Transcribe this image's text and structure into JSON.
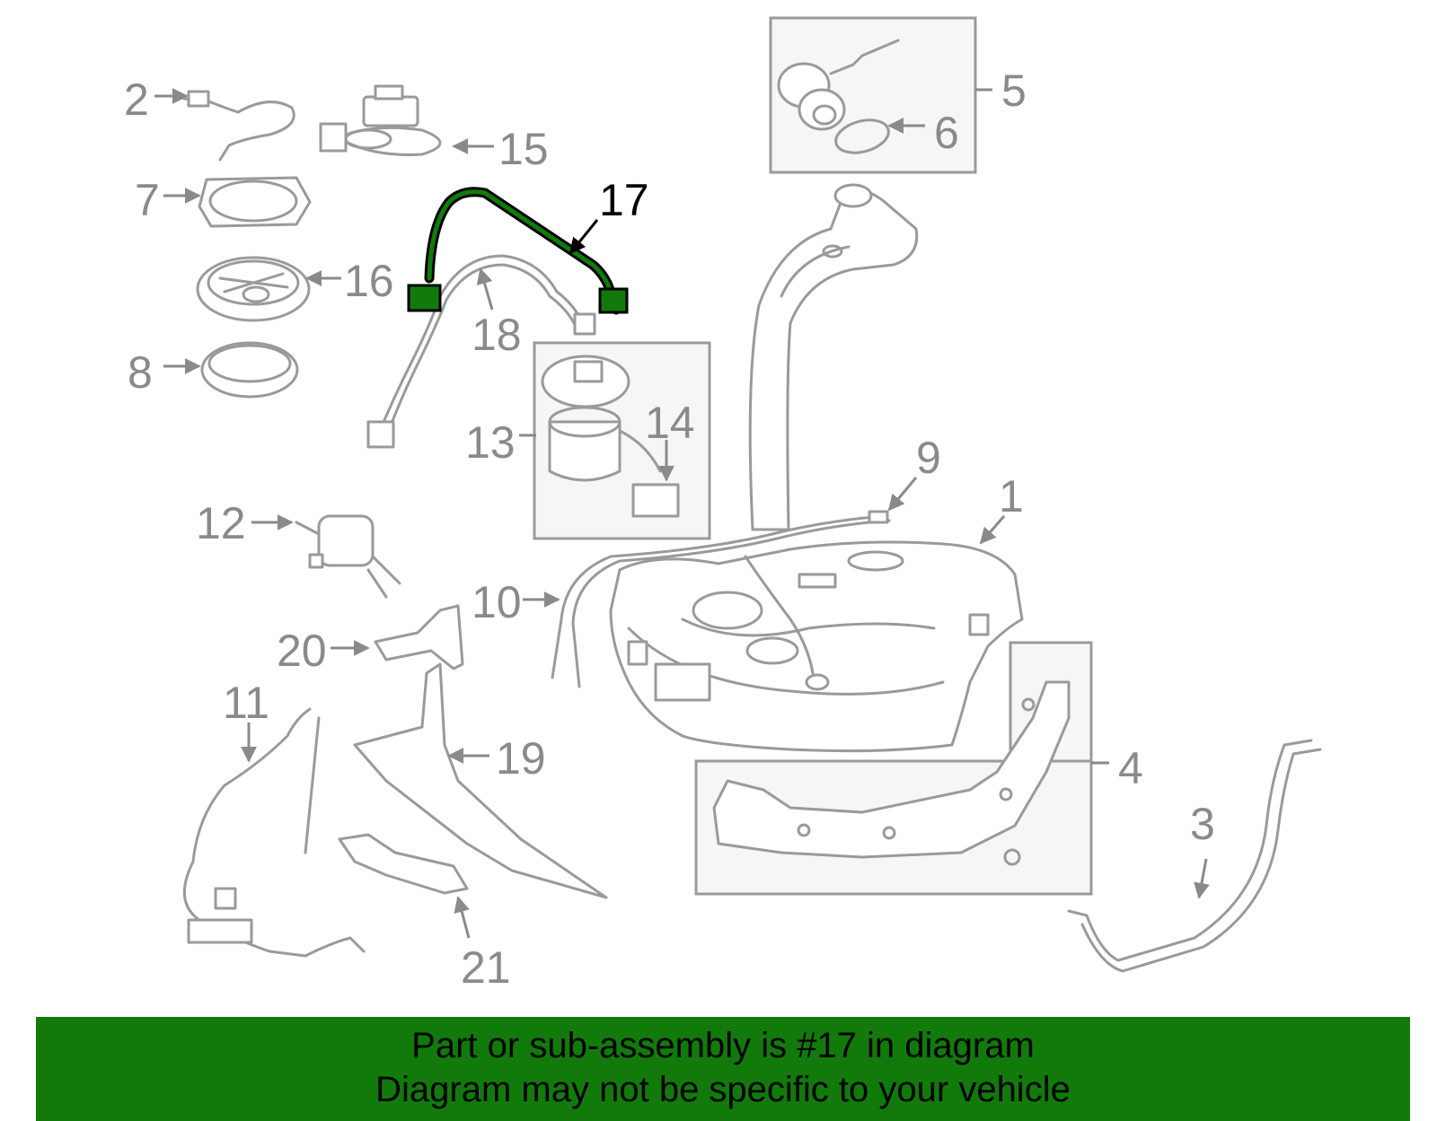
{
  "callouts": {
    "c1": "1",
    "c2": "2",
    "c3": "3",
    "c4": "4",
    "c5": "5",
    "c6": "6",
    "c7": "7",
    "c8": "8",
    "c9": "9",
    "c10": "10",
    "c11": "11",
    "c12": "12",
    "c13": "13",
    "c14": "14",
    "c15": "15",
    "c16": "16",
    "c17": "17",
    "c18": "18",
    "c19": "19",
    "c20": "20",
    "c21": "21"
  },
  "highlight": {
    "part_number": "17",
    "color": "#117a0b"
  },
  "banner": {
    "line1": "Part or sub-assembly is #17 in diagram",
    "line2": "Diagram may not be specific to your vehicle",
    "background": "#117a0b"
  }
}
